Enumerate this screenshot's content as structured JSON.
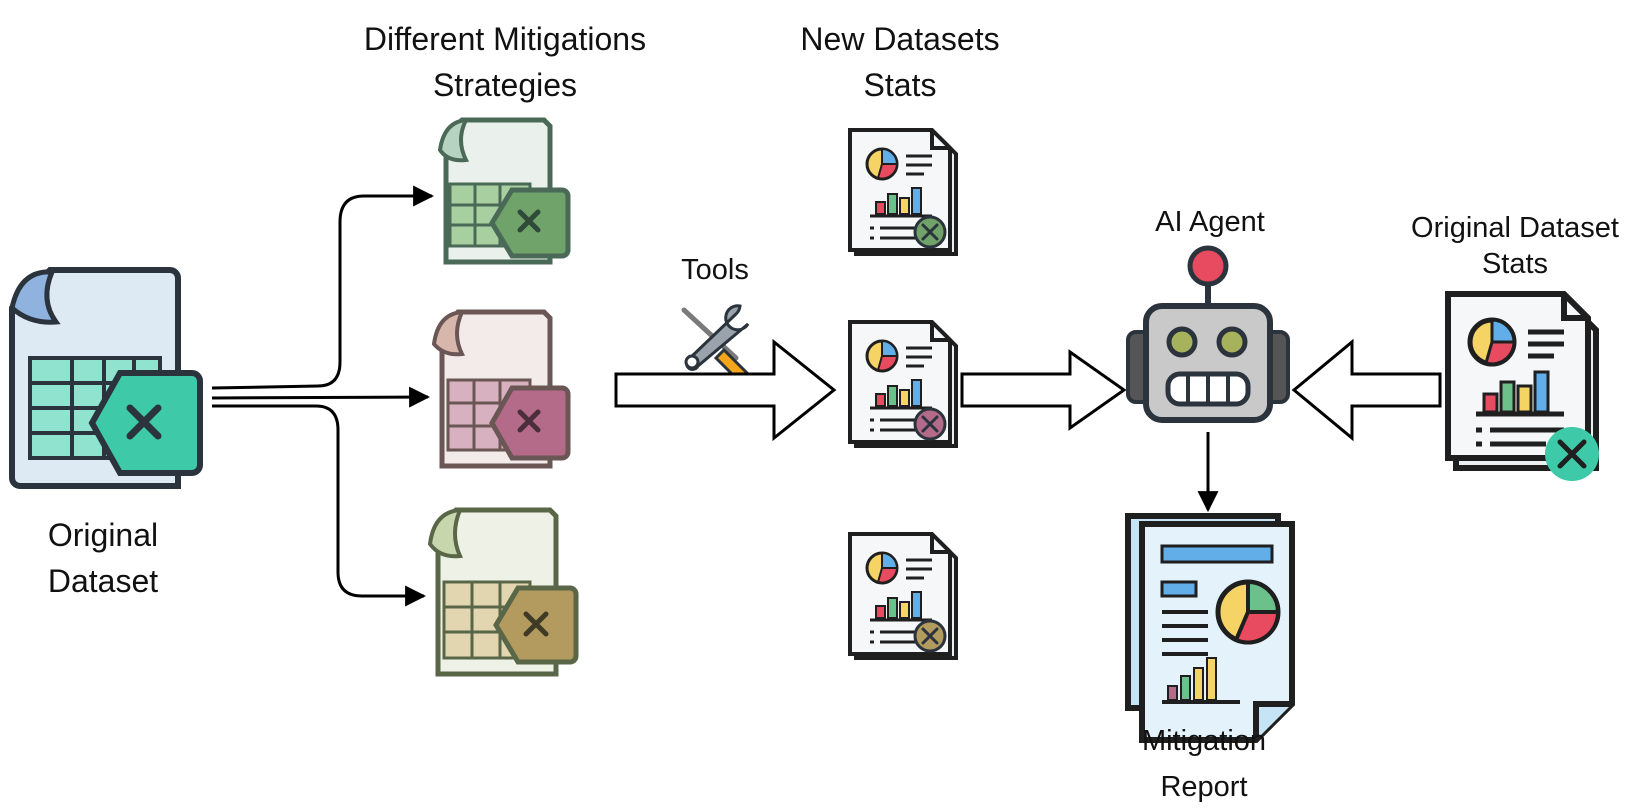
{
  "labels": {
    "original_dataset": [
      "Original",
      "Dataset"
    ],
    "mitigations": [
      "Different Mitigations",
      "Strategies"
    ],
    "new_stats": [
      "New Datasets",
      "Stats"
    ],
    "tools": "Tools",
    "ai_agent": "AI Agent",
    "original_stats": [
      "Original Dataset",
      "Stats"
    ],
    "report": [
      "Mitigation",
      "Report"
    ]
  },
  "icons": {
    "original_dataset": "spreadsheet-file-icon",
    "mitigated_datasets": [
      "spreadsheet-file-icon",
      "spreadsheet-file-icon",
      "spreadsheet-file-icon"
    ],
    "stats_reports": [
      "stats-report-icon",
      "stats-report-icon",
      "stats-report-icon"
    ],
    "tools": "wrench-screwdriver-icon",
    "agent": "robot-icon",
    "original_stats": "stats-report-icon",
    "report": "report-document-icon"
  },
  "colors": {
    "outline": "#2b333d",
    "original_accent": "#3ec9a8",
    "original_grid": "#8fe3cf",
    "mitigation_green": "#6fa36a",
    "mitigation_pink": "#b46b8a",
    "mitigation_olive": "#b39a5e",
    "robot_body": "#c9c9c9",
    "robot_antenna": "#e84a5f",
    "robot_eyes": "#a6b25c",
    "chart_red": "#e84a5f",
    "chart_yellow": "#f6d365",
    "chart_blue": "#62aee8",
    "chart_green": "#6cc18b"
  }
}
